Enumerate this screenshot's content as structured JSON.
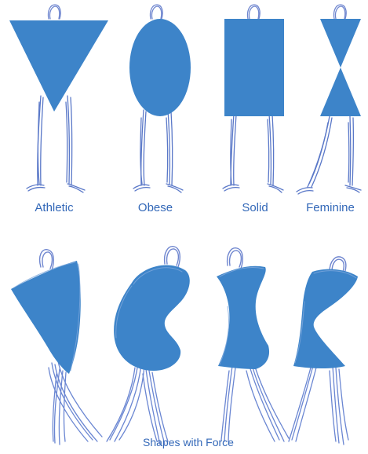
{
  "colors": {
    "shape_fill": "#3d84c9",
    "stroke": "#5a78c8",
    "label_text": "#3368b8",
    "background": "#ffffff"
  },
  "top_row": [
    {
      "label": "Athletic",
      "shape": "inverted-triangle"
    },
    {
      "label": "Obese",
      "shape": "oval"
    },
    {
      "label": "Solid",
      "shape": "rectangle"
    },
    {
      "label": "Feminine",
      "shape": "hourglass"
    }
  ],
  "bottom_caption": "Shapes with Force"
}
